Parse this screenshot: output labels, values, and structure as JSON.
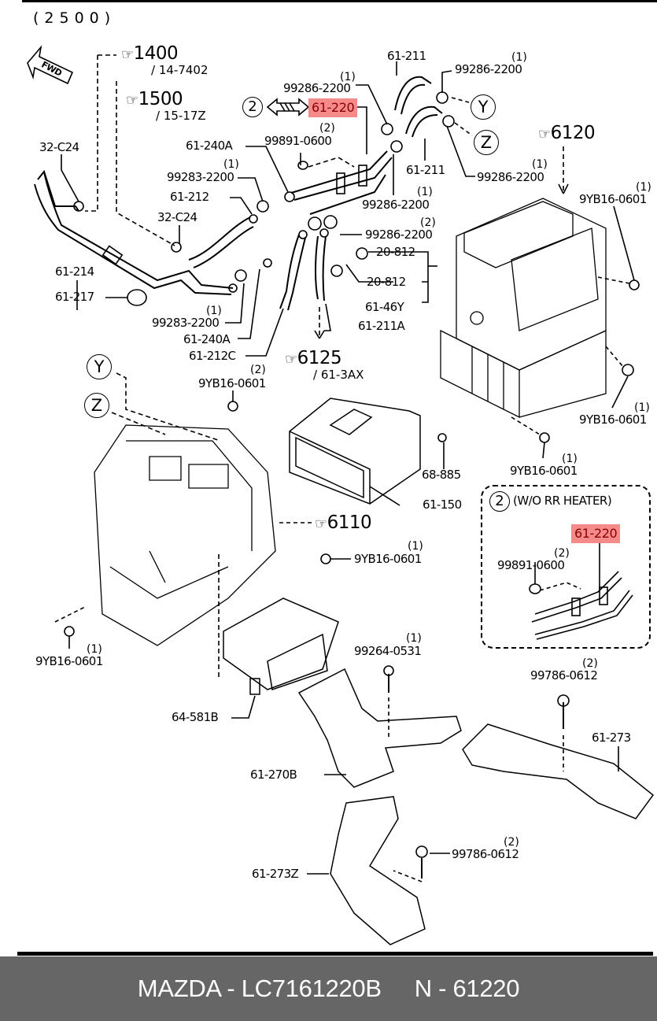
{
  "header": {
    "section_code": "(2500)"
  },
  "direction": {
    "fwd_label": "FWD"
  },
  "references": {
    "ref_1400": {
      "num": "1400",
      "sub": "/ 14-7402"
    },
    "ref_1500": {
      "num": "1500",
      "sub": "/ 15-17Z"
    },
    "ref_6120": {
      "num": "6120"
    },
    "ref_6125": {
      "num": "6125",
      "sub": "/ 61-3AX"
    },
    "ref_6110": {
      "num": "6110"
    }
  },
  "callouts": {
    "circle_2": "2",
    "circle_y": "Y",
    "circle_z": "Z"
  },
  "parts": {
    "p_99286_2200_a": {
      "code": "99286-2200",
      "qty": "(1)"
    },
    "p_61_211_top": {
      "code": "61-211"
    },
    "p_99286_2200_b": {
      "code": "99286-2200",
      "qty": "(1)"
    },
    "p_61_220_main": {
      "code": "61-220",
      "highlighted": true,
      "highlight_color": "#f48a8a"
    },
    "p_99891_0600_main": {
      "code": "99891-0600",
      "qty": "(2)"
    },
    "p_61_240a_top": {
      "code": "61-240A"
    },
    "p_61_211_mid": {
      "code": "61-211"
    },
    "p_99286_2200_c": {
      "code": "99286-2200",
      "qty": "(1)"
    },
    "p_32_c24_a": {
      "code": "32-C24"
    },
    "p_99283_2200_a": {
      "code": "99283-2200",
      "qty": "(1)"
    },
    "p_61_212": {
      "code": "61-212"
    },
    "p_99286_2200_d": {
      "code": "99286-2200",
      "qty": "(1)"
    },
    "p_32_c24_b": {
      "code": "32-C24"
    },
    "p_99286_2200_e": {
      "code": "99286-2200",
      "qty": "(2)"
    },
    "p_9yb16_0601_a": {
      "code": "9YB16-0601",
      "qty": "(1)"
    },
    "p_20_812_a": {
      "code": "20-812"
    },
    "p_61_214": {
      "code": "61-214"
    },
    "p_20_812_b": {
      "code": "20-812"
    },
    "p_61_217": {
      "code": "61-217"
    },
    "p_61_46y": {
      "code": "61-46Y"
    },
    "p_99283_2200_b": {
      "code": "99283-2200",
      "qty": "(1)"
    },
    "p_61_211a": {
      "code": "61-211A"
    },
    "p_61_240a_bottom": {
      "code": "61-240A"
    },
    "p_61_212c": {
      "code": "61-212C"
    },
    "p_9yb16_0601_b": {
      "code": "9YB16-0601",
      "qty": "(2)"
    },
    "p_9yb16_0601_c": {
      "code": "9YB16-0601",
      "qty": "(1)"
    },
    "p_68_885": {
      "code": "68-885"
    },
    "p_9yb16_0601_d": {
      "code": "9YB16-0601",
      "qty": "(1)"
    },
    "p_61_150": {
      "code": "61-150"
    },
    "p_9yb16_0601_e": {
      "code": "9YB16-0601",
      "qty": "(1)"
    },
    "p_9yb16_0601_f": {
      "code": "9YB16-0601",
      "qty": "(1)"
    },
    "p_99264_0531": {
      "code": "99264-0531",
      "qty": "(1)"
    },
    "p_99786_0612_a": {
      "code": "99786-0612",
      "qty": "(2)"
    },
    "p_64_581b": {
      "code": "64-581B"
    },
    "p_61_273": {
      "code": "61-273"
    },
    "p_61_270b": {
      "code": "61-270B"
    },
    "p_99786_0612_b": {
      "code": "99786-0612",
      "qty": "(2)"
    },
    "p_61_273z": {
      "code": "61-273Z"
    }
  },
  "variant_box": {
    "circle": "2",
    "title": "(W/O RR HEATER)",
    "p_61_220": {
      "code": "61-220",
      "highlighted": true
    },
    "p_99891_0600": {
      "code": "99891-0600",
      "qty": "(2)"
    }
  },
  "footer": {
    "brand_part": "MAZDA - LC7161220B",
    "ref_part": "N - 61220",
    "background": "#666666"
  }
}
